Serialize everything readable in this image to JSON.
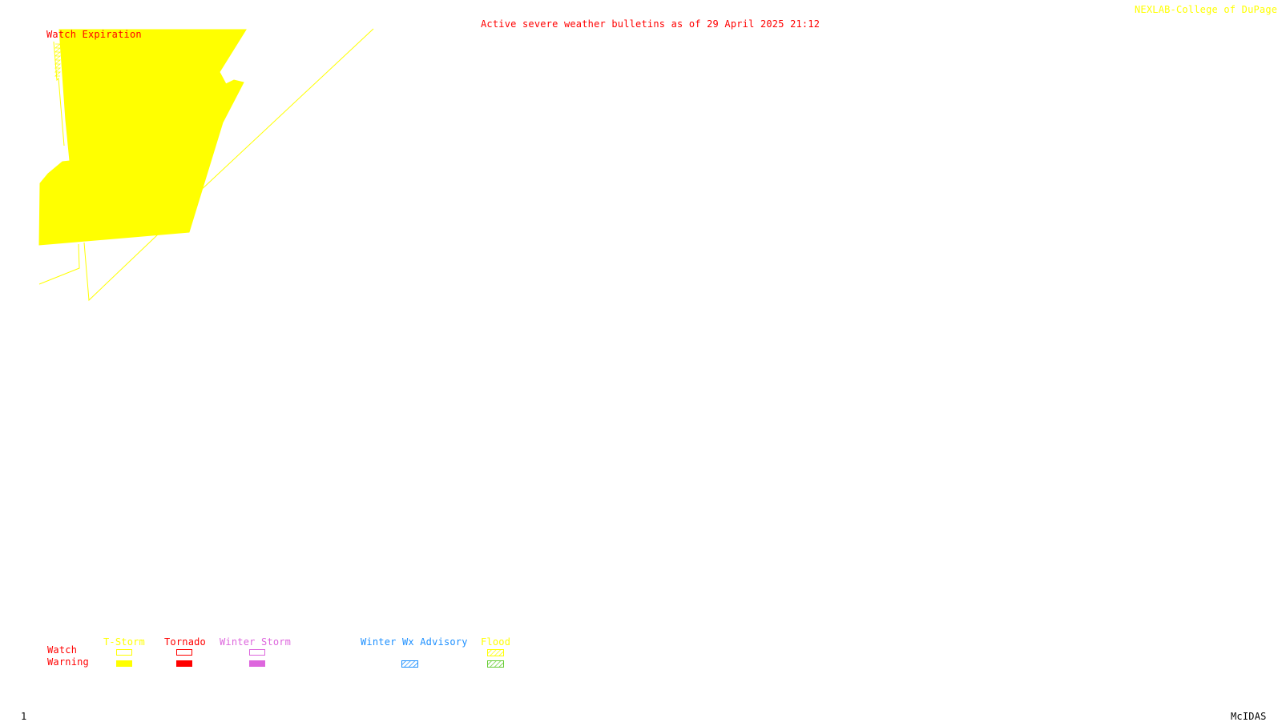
{
  "header": {
    "credit": "NEXLAB-College of DuPage R",
    "bulletin_title": "Active severe weather bulletins as of 29 April 2025 21:12"
  },
  "map": {
    "watch_expiration_label": "Watch Expiration"
  },
  "legend": {
    "row_labels": {
      "watch": "Watch",
      "warning": "Warning"
    },
    "categories": [
      {
        "label": "T-Storm",
        "color": "#ffff00",
        "watch_style": "outline",
        "warning_style": "solid"
      },
      {
        "label": "Tornado",
        "color": "#ff0000",
        "watch_style": "outline",
        "warning_style": "solid"
      },
      {
        "label": "Winter Storm",
        "color": "#dd66dd",
        "watch_style": "outline",
        "warning_style": "solid"
      },
      {
        "label": "Winter Wx Advisory",
        "color": "#1e90ff",
        "watch_style": "none",
        "warning_style": "hatched"
      },
      {
        "label": "Flood",
        "color_watch": "#ffff00",
        "color_warning": "#66cc33",
        "watch_style": "hatched",
        "warning_style": "hatched"
      }
    ]
  },
  "footer": {
    "frame_number": "1",
    "software": "McIDAS"
  },
  "colors": {
    "background": "#ffffff",
    "tstorm": "#ffff00",
    "tornado": "#ff0000",
    "winter_storm": "#dd66dd",
    "winter_advisory": "#1e90ff",
    "flood_warning": "#66cc33",
    "title_text": "#ff0000"
  }
}
